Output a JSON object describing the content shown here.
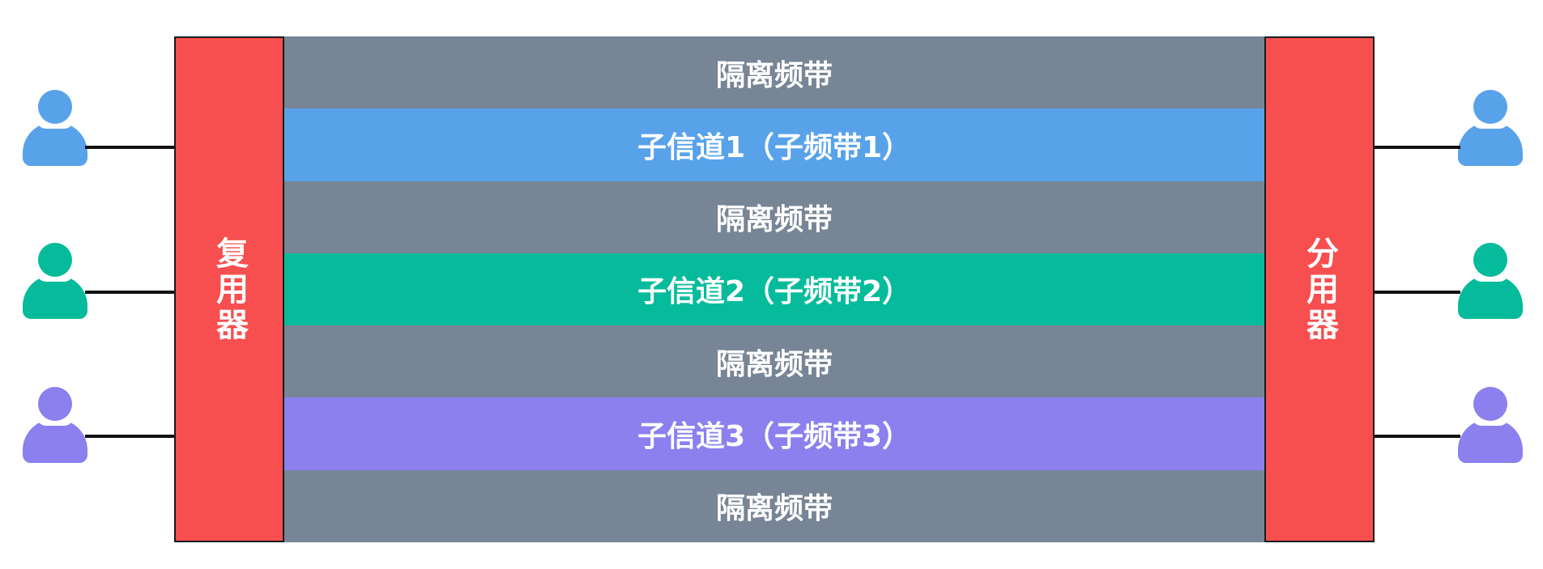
{
  "multiplexer": {
    "label": "复用器",
    "color": "#f74f4f"
  },
  "demultiplexer": {
    "label": "分用器",
    "color": "#f74f4f"
  },
  "bands": [
    {
      "label": "隔离频带",
      "kind": "guard",
      "color": "#778596"
    },
    {
      "label": "子信道1（子频带1）",
      "kind": "channel",
      "color": "#58a2ea"
    },
    {
      "label": "隔离频带",
      "kind": "guard",
      "color": "#778596"
    },
    {
      "label": "子信道2（子频带2）",
      "kind": "channel",
      "color": "#06bb9b"
    },
    {
      "label": "隔离频带",
      "kind": "guard",
      "color": "#778596"
    },
    {
      "label": "子信道3（子频带3）",
      "kind": "channel",
      "color": "#8b80ee"
    },
    {
      "label": "隔离频带",
      "kind": "guard",
      "color": "#778596"
    }
  ],
  "users": [
    {
      "icon": "user-icon",
      "color": "#58a2ea",
      "channel": 1
    },
    {
      "icon": "user-icon",
      "color": "#06bb9b",
      "channel": 2
    },
    {
      "icon": "user-icon",
      "color": "#8b80ee",
      "channel": 3
    }
  ]
}
